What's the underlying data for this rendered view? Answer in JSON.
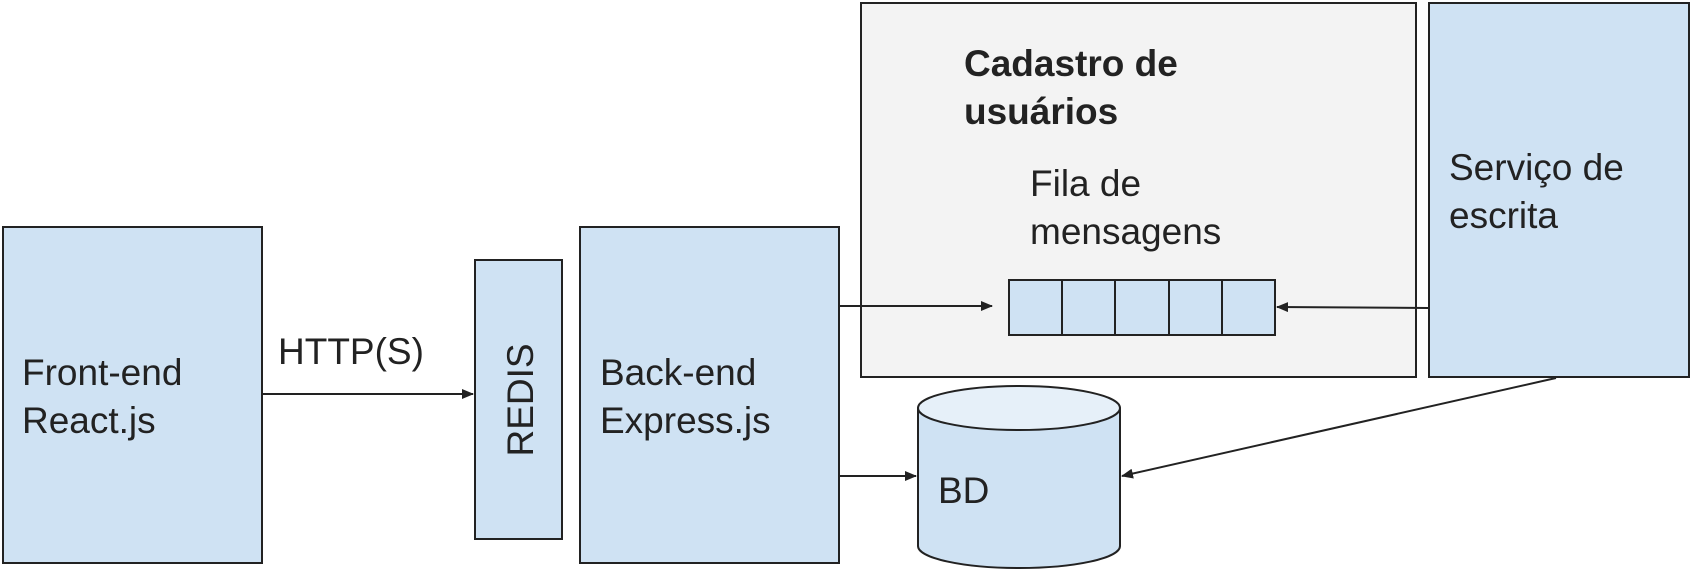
{
  "colors": {
    "node_fill": "#cfe2f3",
    "group_fill": "#f3f3f3",
    "stroke": "#222222",
    "db_top": "#e6f0f9"
  },
  "nodes": {
    "frontend": {
      "line1": "Front-end",
      "line2": "React.js"
    },
    "redis": {
      "label": "REDIS"
    },
    "backend": {
      "line1": "Back-end",
      "line2": "Express.js"
    },
    "group": {
      "title_line1": "Cadastro de",
      "title_line2": "usuários"
    },
    "queue": {
      "line1": "Fila de",
      "line2": "mensagens",
      "slots": 5
    },
    "writer": {
      "line1": "Serviço de",
      "line2": "escrita"
    },
    "database": {
      "label": "BD"
    }
  },
  "edges": {
    "http": {
      "label": "HTTP(S)"
    }
  }
}
